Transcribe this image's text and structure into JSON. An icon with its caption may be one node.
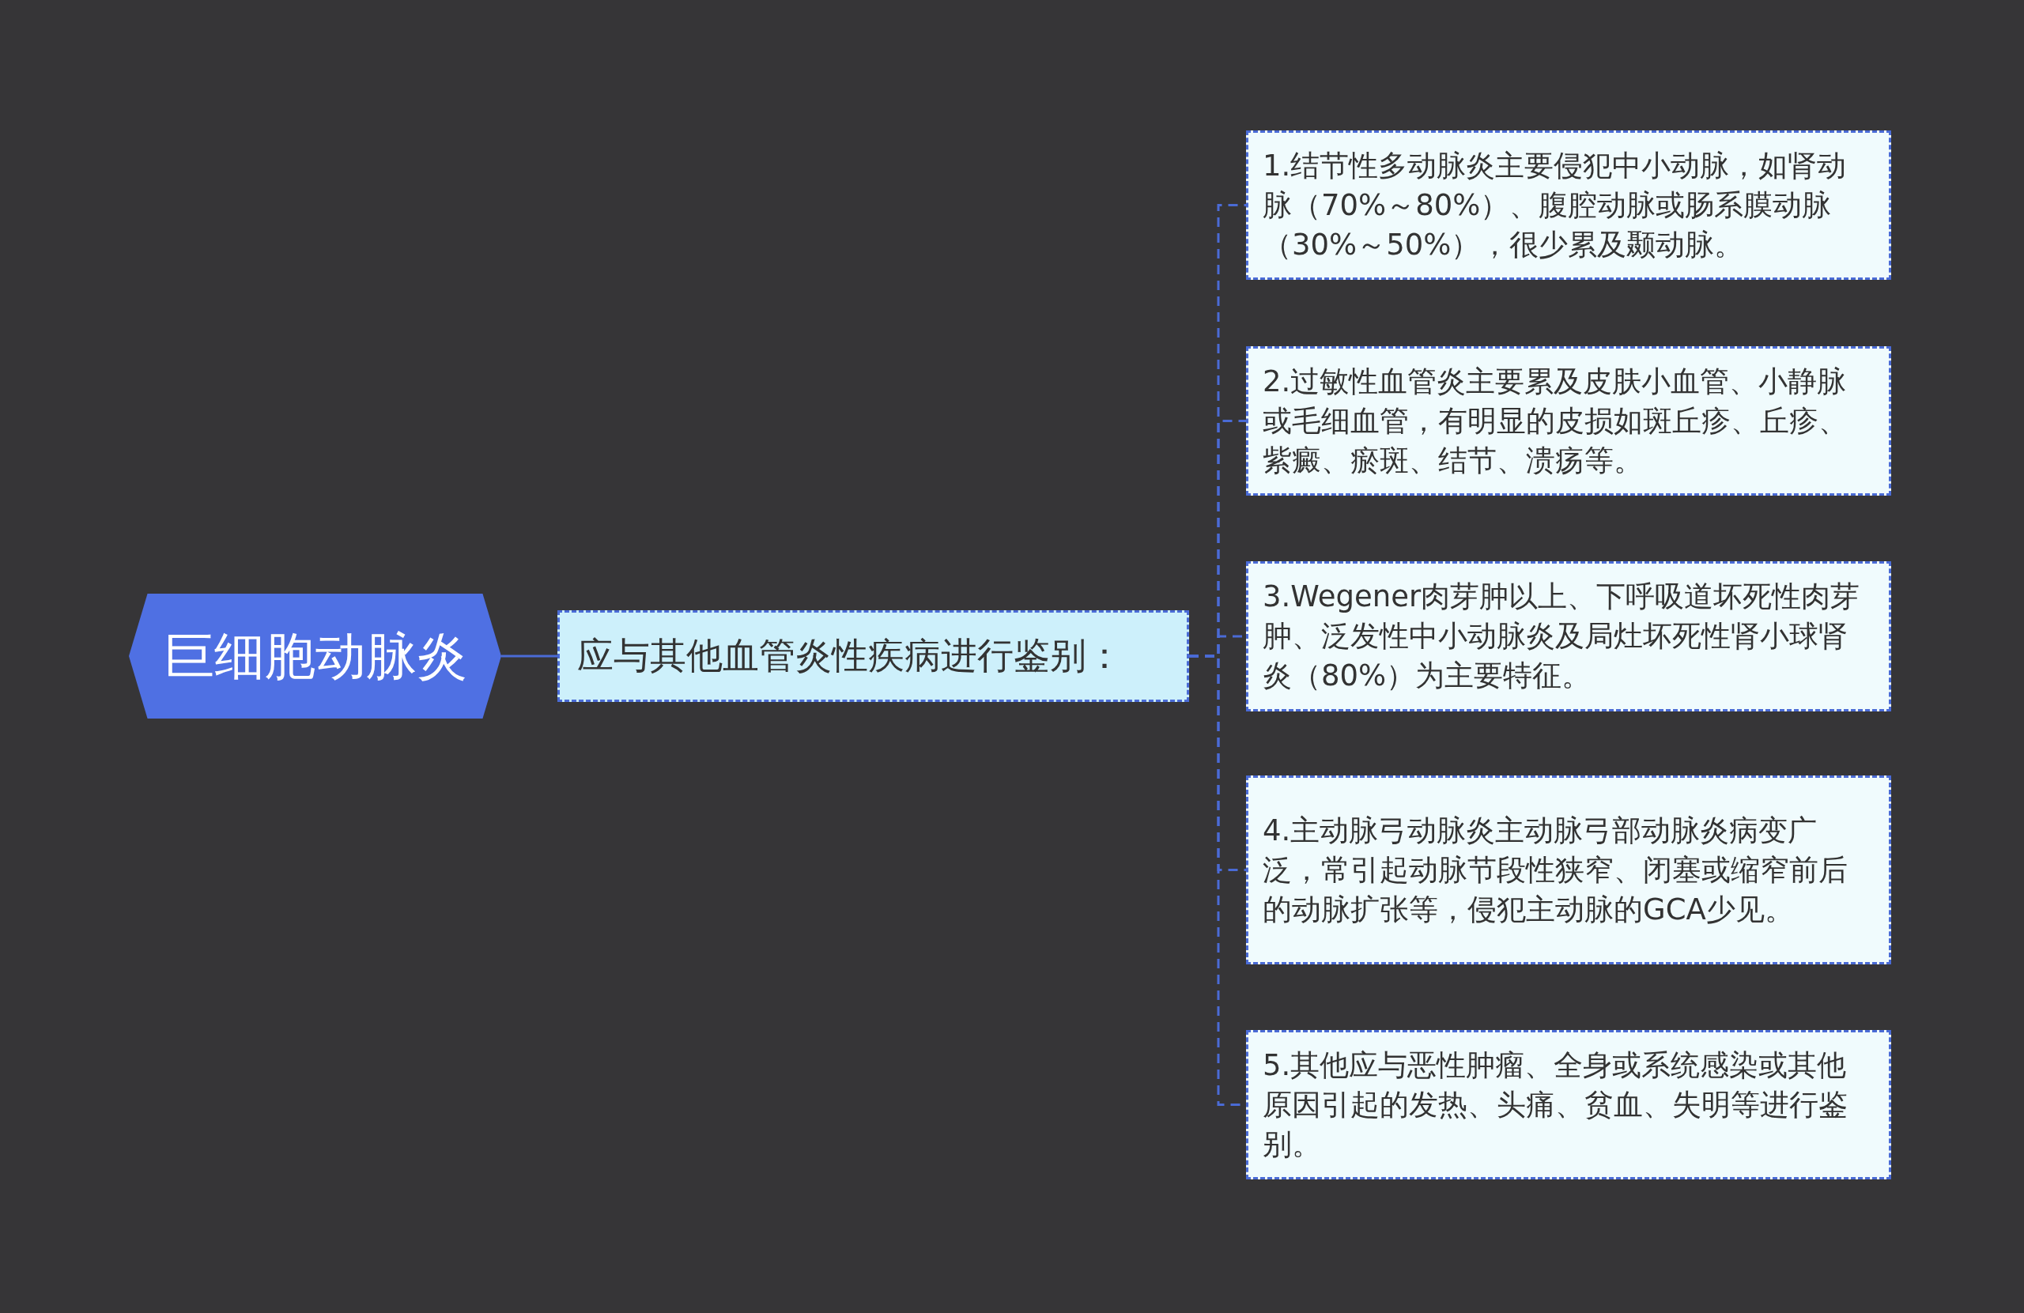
{
  "diagram": {
    "nodes": [
      {
        "text": [
          "巨细胞动脉炎"
        ]
      },
      {
        "text": [
          "应与其他血管炎性疾病进行鉴别："
        ]
      },
      {
        "text": [
          "1.结节性多动脉炎主要侵犯中小动脉，如肾动脉（70%～80%）、腹腔动脉或肠系膜动脉（30%～50%），很少累及颞动脉。"
        ]
      },
      {
        "text": [
          "2.过敏性血管炎主要累及皮肤小血管、小静脉或毛细血管，有明显的皮损如斑丘疹、丘疹、紫癜、瘀斑、结节、溃疡等。"
        ]
      },
      {
        "text": [
          "3.Wegener肉芽肿以上、下呼吸道坏死性肉芽肿、泛发性中小动脉炎及局灶坏死性肾小球肾炎（80%）为主要特征。"
        ]
      },
      {
        "text": [
          "4.主动脉弓动脉炎主动脉弓部动脉炎病变广泛，常引起动脉节段性狭窄、闭塞或缩窄前后的动脉扩张等，侵犯主动脉的GCA少见。"
        ]
      },
      {
        "text": [
          "5.其他应与恶性肿瘤、全身或系统感染或其他原因引起的发热、头痛、贫血、失明等进行鉴别。"
        ]
      }
    ],
    "edges": [
      {
        "from": 0,
        "to": 1,
        "arrow": "none"
      },
      {
        "from": 1,
        "to": 2,
        "arrow": "none",
        "style": "dashed"
      },
      {
        "from": 1,
        "to": 3,
        "arrow": "none",
        "style": "dashed"
      },
      {
        "from": 1,
        "to": 4,
        "arrow": "none",
        "style": "dashed"
      },
      {
        "from": 1,
        "to": 5,
        "arrow": "none",
        "style": "dashed"
      },
      {
        "from": 1,
        "to": 6,
        "arrow": "none",
        "style": "dashed"
      }
    ]
  }
}
